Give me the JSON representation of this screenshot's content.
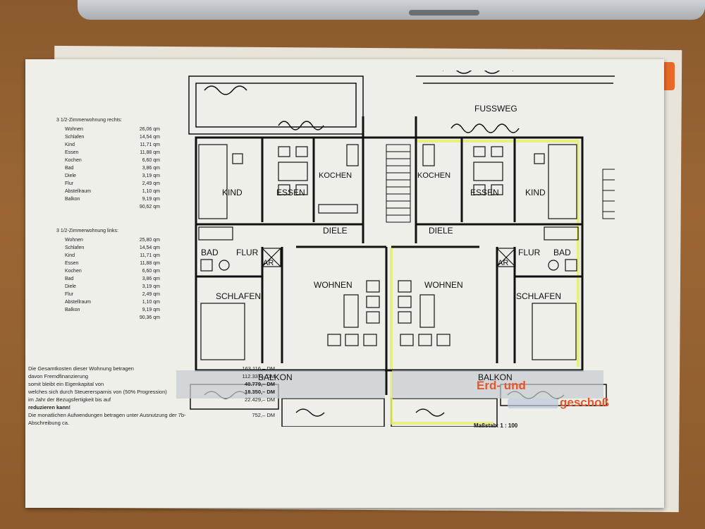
{
  "right_apartment": {
    "heading": "3 1/2-Zimmerwohnung rechts:",
    "rows": [
      {
        "room": "Wohnen",
        "area": "26,06 qm"
      },
      {
        "room": "Schlafen",
        "area": "14,54 qm"
      },
      {
        "room": "Kind",
        "area": "11,71 qm"
      },
      {
        "room": "Essen",
        "area": "11,88 qm"
      },
      {
        "room": "Kochen",
        "area": "6,60 qm"
      },
      {
        "room": "Bad",
        "area": "3,86 qm"
      },
      {
        "room": "Diele",
        "area": "3,19 qm"
      },
      {
        "room": "Flur",
        "area": "2,49 qm"
      },
      {
        "room": "Abstellraum",
        "area": "1,10 qm"
      },
      {
        "room": "Balkon",
        "area": "9,19 qm"
      }
    ],
    "total": "90,62 qm"
  },
  "left_apartment": {
    "heading": "3 1/2-Zimmerwohnung links:",
    "rows": [
      {
        "room": "Wohnen",
        "area": "25,80 qm"
      },
      {
        "room": "Schlafen",
        "area": "14,54 qm"
      },
      {
        "room": "Kind",
        "area": "11,71 qm"
      },
      {
        "room": "Essen",
        "area": "11,88 qm"
      },
      {
        "room": "Kochen",
        "area": "6,60 qm"
      },
      {
        "room": "Bad",
        "area": "3,86 qm"
      },
      {
        "room": "Diele",
        "area": "3,19 qm"
      },
      {
        "room": "Flur",
        "area": "2,49 qm"
      },
      {
        "room": "Abstellraum",
        "area": "1,10 qm"
      },
      {
        "room": "Balkon",
        "area": "9,19 qm"
      }
    ],
    "total": "90,36 qm"
  },
  "plan_labels": {
    "fussweg": "FUSSWEG",
    "kind": "KIND",
    "essen": "ESSEN",
    "kochen": "KOCHEN",
    "diele": "DIELE",
    "bad": "BAD",
    "flur": "FLUR",
    "ar": "AR",
    "schlafen": "SCHLAFEN",
    "wohnen": "WOHNEN",
    "balkon": "BALKON"
  },
  "costs": [
    {
      "text": "Die Gesamtkosten dieser Wohnung betragen",
      "value": "163.116,– DM",
      "bold": false
    },
    {
      "text": "davon Fremdfinanzierung",
      "value": "112.337,– DM",
      "bold": false
    },
    {
      "text": "somit bleibt ein Eigenkapital von",
      "value": "40.779,– DM",
      "bold": false
    },
    {
      "text": "welches sich durch Steuerersparnis von (50% Progression)",
      "value": "18.350,– DM",
      "bold": false
    },
    {
      "text": "im Jahr der Bezugsfertigkeit bis auf",
      "value": "22.429,– DM",
      "bold": false
    },
    {
      "text": "reduzieren kann!",
      "value": "",
      "bold": true
    },
    {
      "text": "Die monatlichen Aufwendungen betragen unter Ausnutzung der 7b-Abschreibung ca.",
      "value": "752,– DM",
      "bold": false
    }
  ],
  "title": {
    "line1": "Erd- und",
    "line2": "geschoß"
  },
  "scale": "Maßstab: 1 : 100"
}
